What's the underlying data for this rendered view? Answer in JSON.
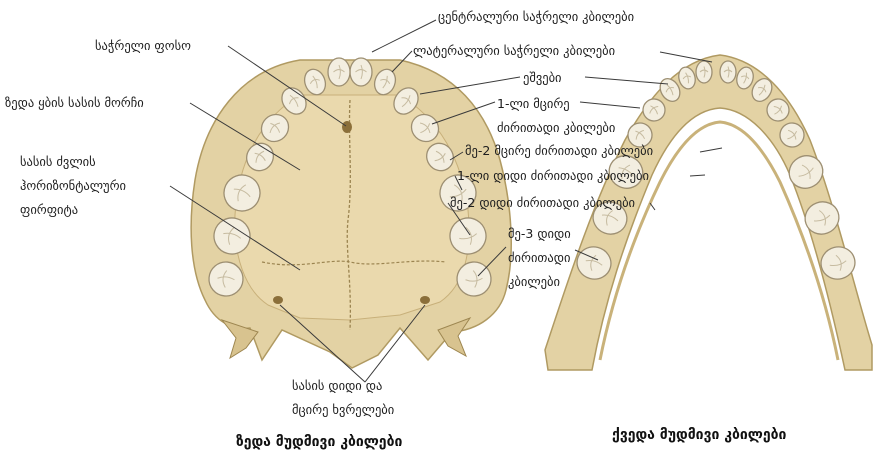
{
  "labels": {
    "central_incisors": "ცენტრალური საჭრელი კბილები",
    "incisive_fossa": "საჭრელი ფოსო",
    "lateral_incisors": "ლატერალური საჭრელი კბილები",
    "canines": "ეშვები",
    "first_premolar": "1-ლი მცირე\nძირითადი კბილები",
    "palatine_process": "ზედა ყბის სასის მორჩი",
    "second_premolar": "მე-2 მცირე ძირითადი კბილები",
    "palatine_bone_horizontal_plate": "სასის ძვლის\nჰორიზონტალური\nფირფიტა",
    "first_molar": "1-ლი დიდი ძირითადი კბილები",
    "second_molar": "მე-2 დიდი ძირითადი კბილები",
    "third_molar": "მე-3 დიდი\nძირითადი\nკბილები",
    "palatine_canals": "სასის დიდი და\nმცირე ხვრელები"
  },
  "captions": {
    "upper": "ზედა მუდმივი კბილები",
    "lower": "ქვედა მუდმივი კბილები"
  },
  "colors": {
    "bone": "#e3d2a4",
    "bone_shadow": "#c9b27a",
    "tooth": "#f3eee0",
    "tooth_edge": "#9d8f72",
    "leader": "#3a3a3a"
  }
}
